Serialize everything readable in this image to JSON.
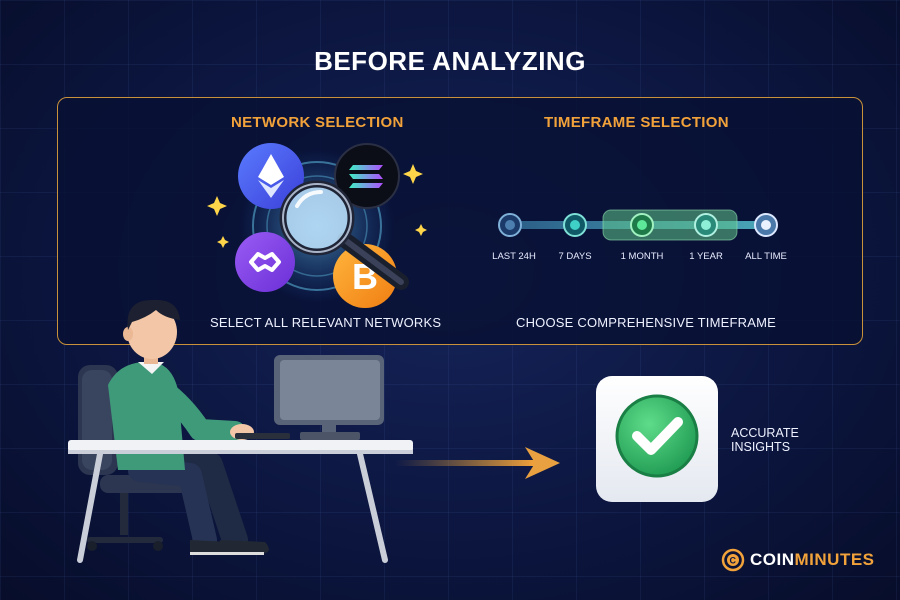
{
  "title": "BEFORE ANALYZING",
  "network": {
    "title": "NETWORK SELECTION",
    "caption": "SELECT ALL RELEVANT NETWORKS",
    "icons": [
      "ethereum-icon",
      "solana-icon",
      "polygon-icon",
      "bitcoin-icon",
      "magnifier-icon"
    ]
  },
  "timeframe": {
    "title": "TIMEFRAME SELECTION",
    "caption": "CHOOSE COMPREHENSIVE TIMEFRAME",
    "options": [
      "LAST 24H",
      "7 DAYS",
      "1 MONTH",
      "1 YEAR",
      "ALL TIME"
    ],
    "highlighted": [
      "1 MONTH",
      "1 YEAR"
    ]
  },
  "result": {
    "line1": "ACCURATE",
    "line2": "INSIGHTS",
    "icon": "checkmark-icon"
  },
  "brand": {
    "part1": "COIN",
    "part2": "MINUTES"
  },
  "colors": {
    "accent": "#f2a23a",
    "background": "#0c1640",
    "check": "#2fb866"
  }
}
